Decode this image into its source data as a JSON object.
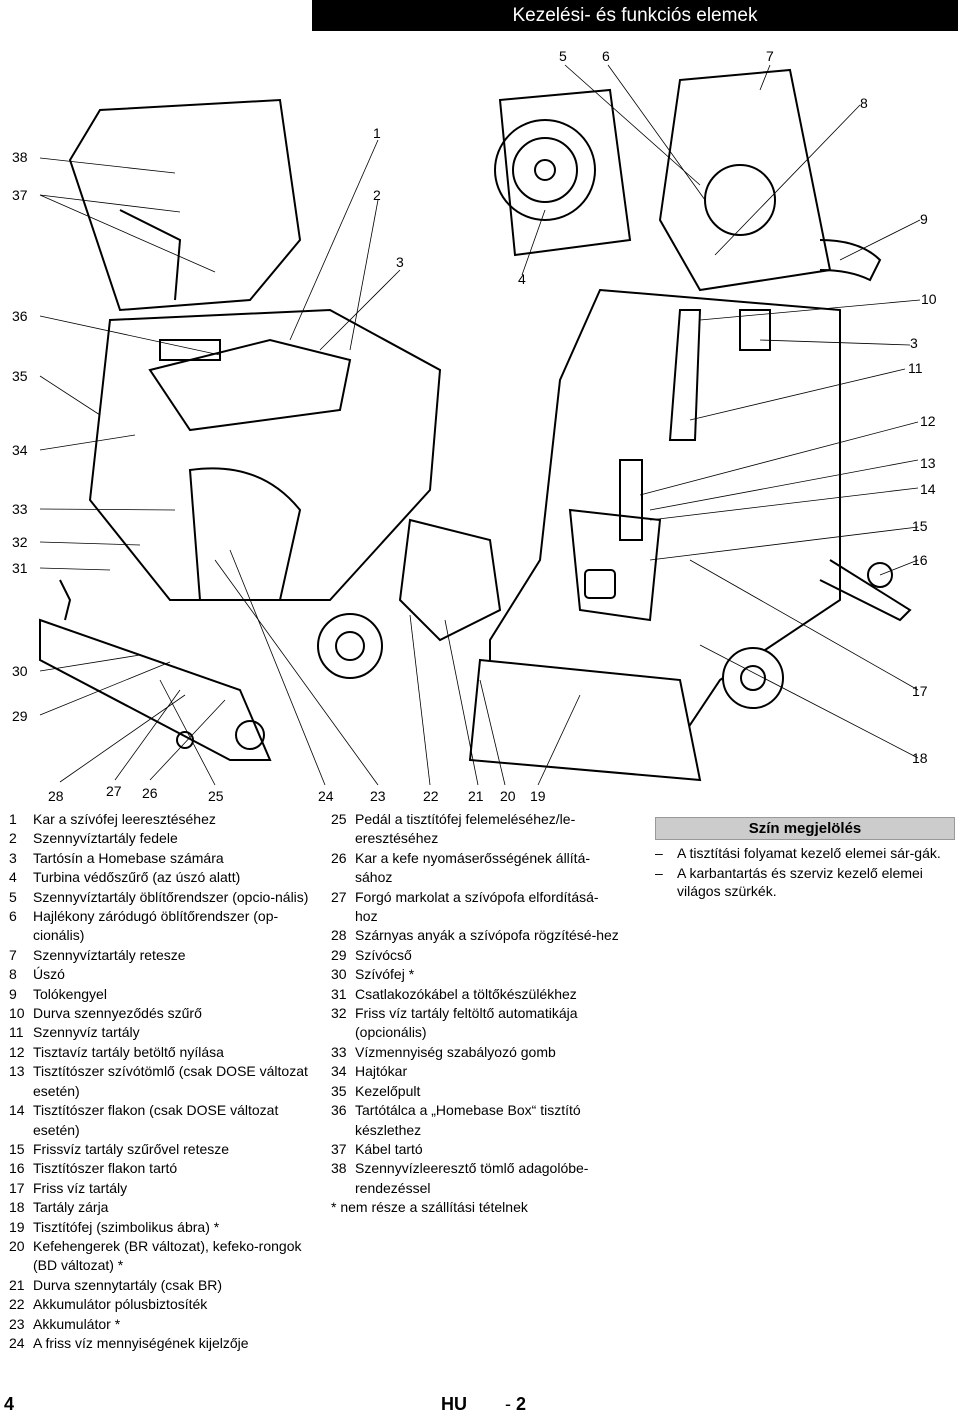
{
  "header": {
    "title": "Kezelési- és funkciós elemek"
  },
  "figure": {
    "callouts": [
      "38",
      "37",
      "36",
      "35",
      "34",
      "33",
      "32",
      "31",
      "30",
      "29",
      "28",
      "27",
      "26",
      "25",
      "24",
      "23",
      "22",
      "21",
      "20",
      "19",
      "1",
      "2",
      "3",
      "4",
      "5",
      "6",
      "7",
      "8",
      "9",
      "10",
      "3",
      "11",
      "12",
      "13",
      "14",
      "15",
      "16",
      "17",
      "18"
    ]
  },
  "list_left": [
    {
      "num": "1",
      "text": "Kar a szívófej leeresztéséhez"
    },
    {
      "num": "2",
      "text": "Szennyvíztartály fedele"
    },
    {
      "num": "3",
      "text": "Tartósín a Homebase számára"
    },
    {
      "num": "4",
      "text": "Turbina védőszűrő (az úszó alatt)"
    },
    {
      "num": "5",
      "text": "Szennyvíztartály öblítőrendszer (opcio-nális)"
    },
    {
      "num": "6",
      "text": "Hajlékony záródugó öblítőrendszer (op-cionális)"
    },
    {
      "num": "7",
      "text": "Szennyvíztartály retesze"
    },
    {
      "num": "8",
      "text": "Úszó"
    },
    {
      "num": "9",
      "text": "Tolókengyel"
    },
    {
      "num": "10",
      "text": "Durva szennyeződés szűrő"
    },
    {
      "num": "11",
      "text": "Szennyvíz tartály"
    },
    {
      "num": "12",
      "text": "Tisztavíz tartály betöltő nyílása"
    },
    {
      "num": "13",
      "text": "Tisztítószer szívótömlő (csak DOSE változat esetén)"
    },
    {
      "num": "14",
      "text": "Tisztítószer flakon (csak DOSE változat esetén)"
    },
    {
      "num": "15",
      "text": "Frissvíz tartály szűrővel retesze"
    },
    {
      "num": "16",
      "text": "Tisztítószer flakon tartó"
    },
    {
      "num": "17",
      "text": "Friss víz tartály"
    },
    {
      "num": "18",
      "text": "Tartály zárja"
    },
    {
      "num": "19",
      "text": "Tisztítófej (szimbolikus ábra) *"
    },
    {
      "num": "20",
      "text": "Kefehengerek (BR változat), kefeko-rongok (BD változat) *"
    },
    {
      "num": "21",
      "text": "Durva szennytartály (csak BR)"
    },
    {
      "num": "22",
      "text": "Akkumulátor pólusbiztosíték"
    },
    {
      "num": "23",
      "text": "Akkumulátor *"
    },
    {
      "num": "24",
      "text": "A friss víz mennyiségének kijelzője"
    }
  ],
  "list_right": [
    {
      "num": "25",
      "text": "Pedál a tisztítófej felemeléséhez/le-eresztéséhez"
    },
    {
      "num": "26",
      "text": "Kar a kefe nyomáserősségének állítá-sához"
    },
    {
      "num": "27",
      "text": "Forgó markolat a szívópofa elfordításá-hoz"
    },
    {
      "num": "28",
      "text": "Szárnyas anyák a szívópofa rögzítésé-hez"
    },
    {
      "num": "29",
      "text": "Szívócső"
    },
    {
      "num": "30",
      "text": "Szívófej *"
    },
    {
      "num": "31",
      "text": "Csatlakozókábel a töltőkészülékhez"
    },
    {
      "num": "32",
      "text": "Friss víz tartály feltöltő automatikája (opcionális)"
    },
    {
      "num": "33",
      "text": "Vízmennyiség szabályozó gomb"
    },
    {
      "num": "34",
      "text": "Hajtókar"
    },
    {
      "num": "35",
      "text": "Kezelőpult"
    },
    {
      "num": "36",
      "text": "Tartótálca a „Homebase Box“ tisztító készlethez"
    },
    {
      "num": "37",
      "text": "Kábel tartó"
    },
    {
      "num": "38",
      "text": "Szennyvízleeresztő tömlő adagolóbe-rendezéssel"
    }
  ],
  "footnote": "* nem része a szállítási tételnek",
  "legend": {
    "title": "Szín megjelölés",
    "items": [
      {
        "dash": "–",
        "text": "A tisztítási folyamat kezelő elemei sár-gák."
      },
      {
        "dash": "–",
        "text": "A karbantartás és szerviz kezelő elemei világos szürkék."
      }
    ]
  },
  "footer": {
    "page": "4",
    "lang": "HU",
    "suffix_dash": "-",
    "suffix_num": "2"
  }
}
